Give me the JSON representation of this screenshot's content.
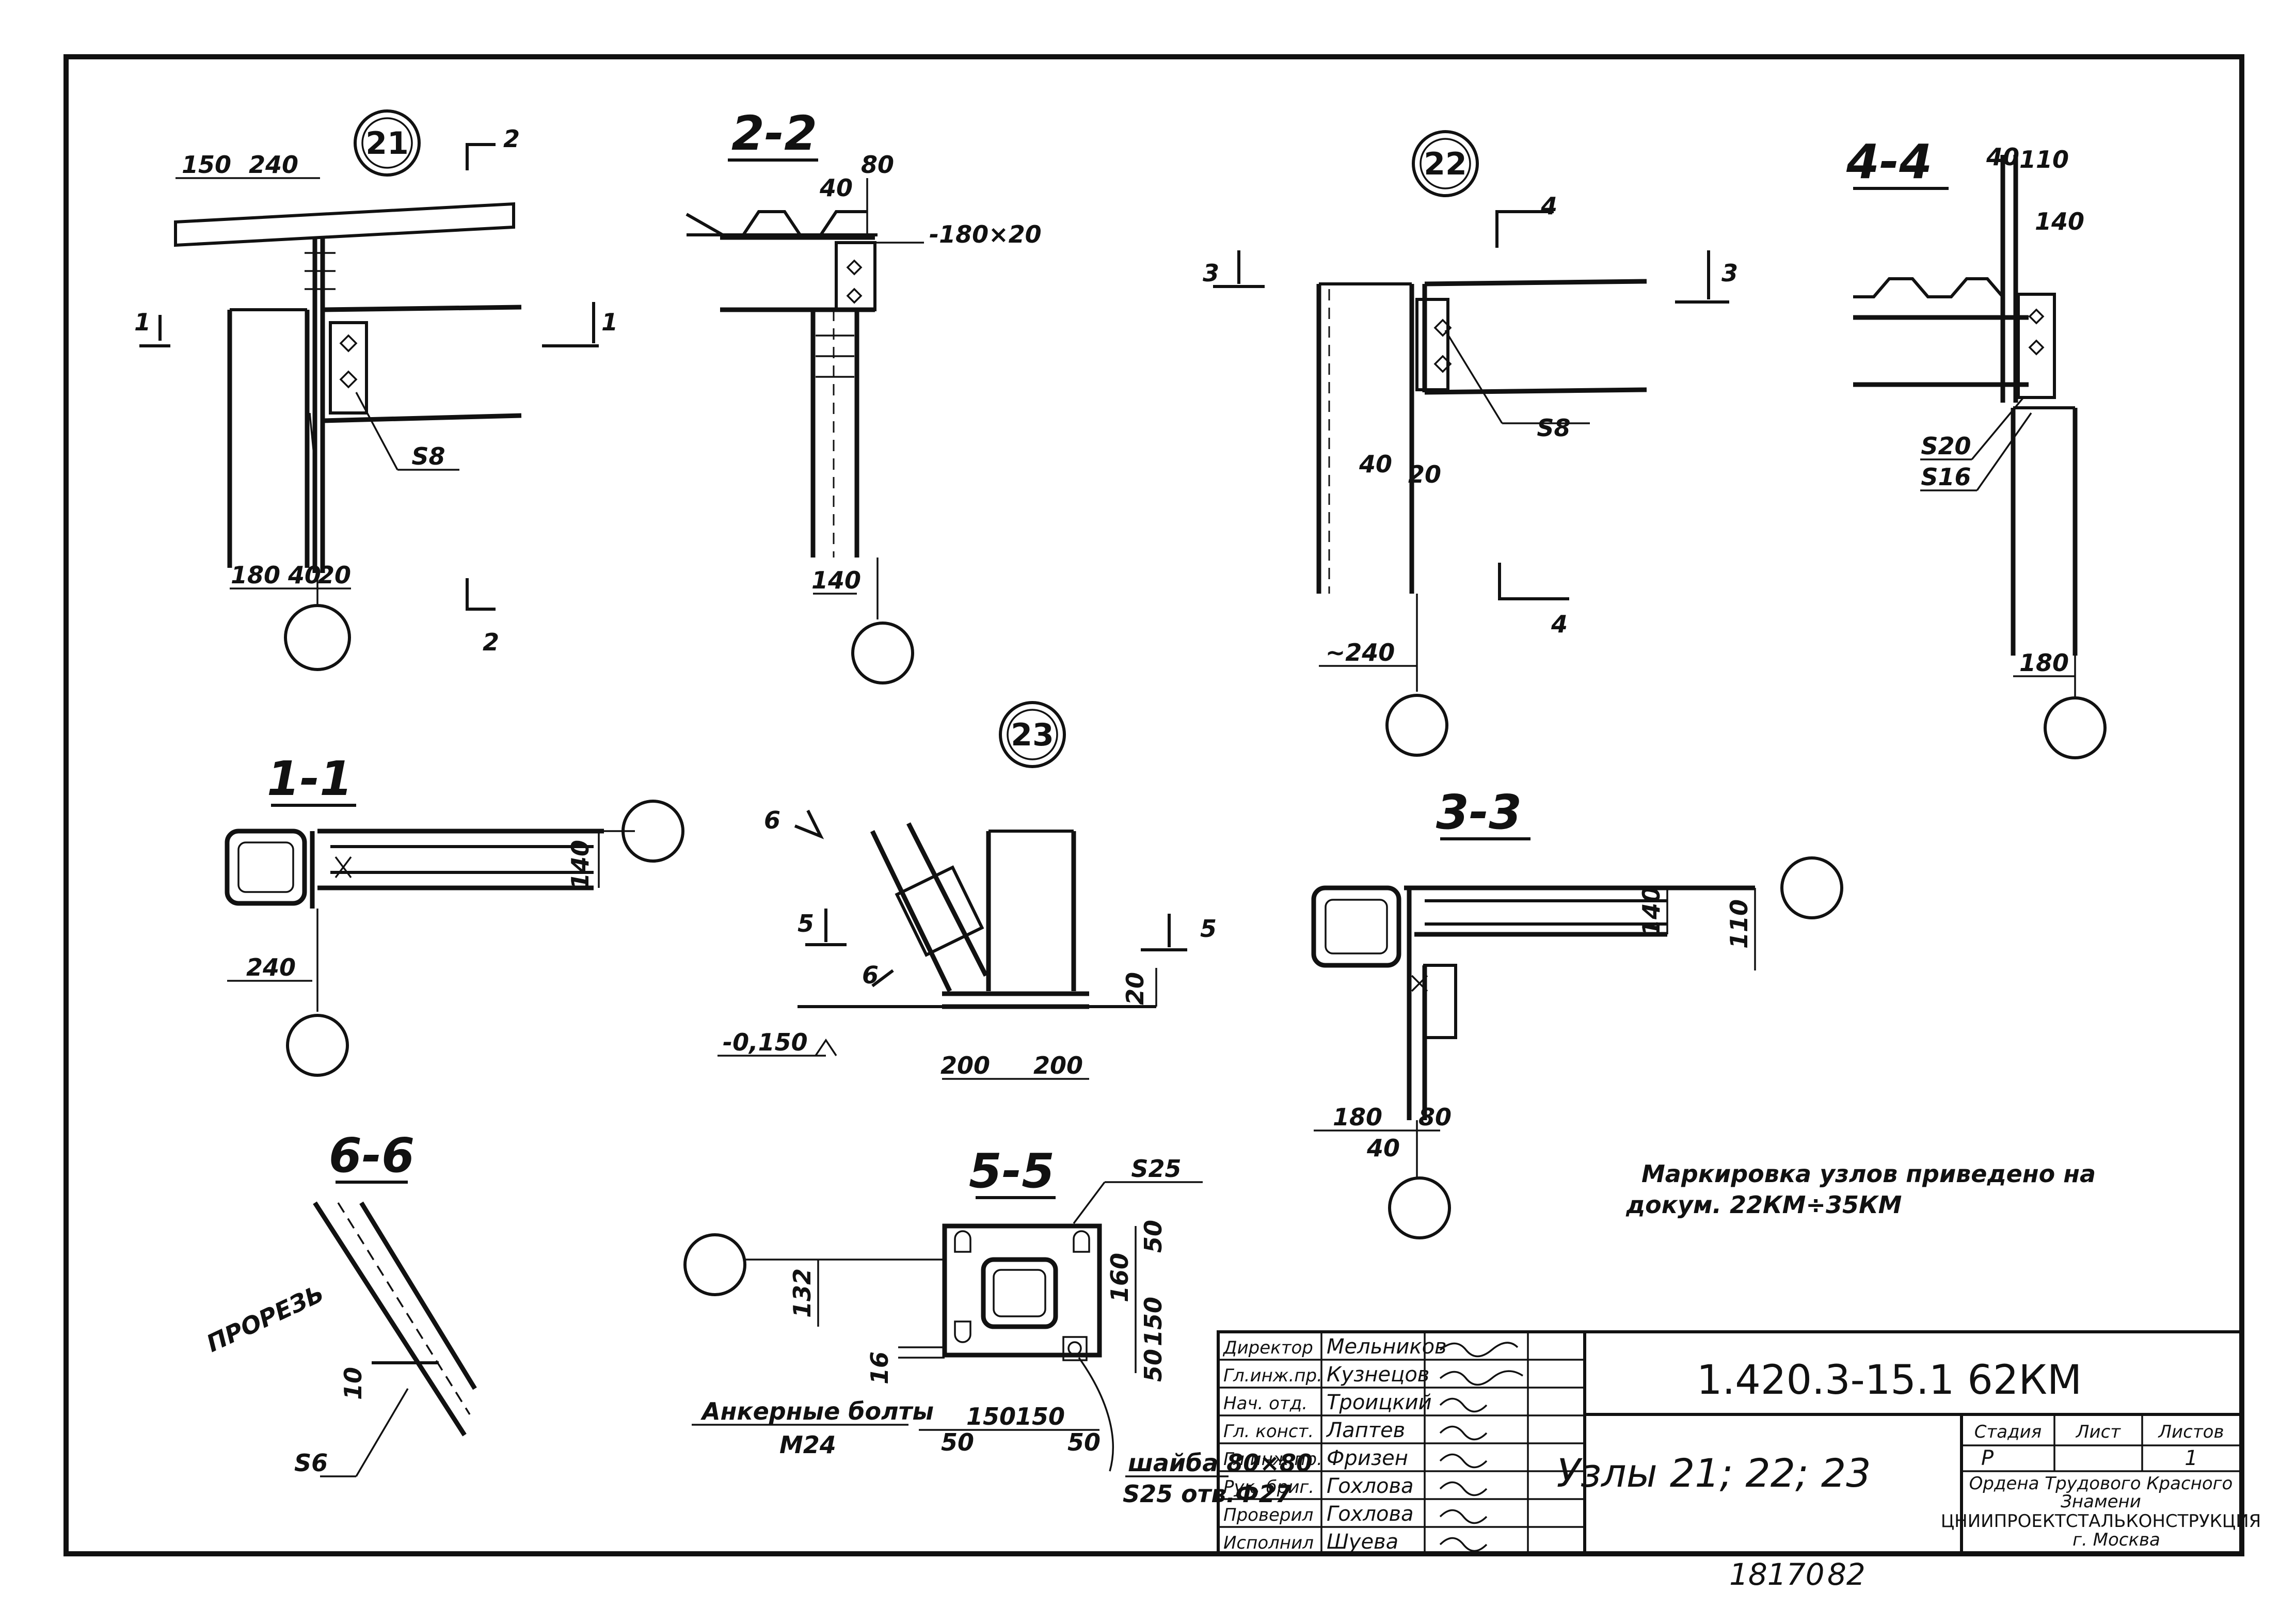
{
  "sections": {
    "s2": "2-2",
    "s4": "4-4",
    "s1": "1-1",
    "s3": "3-3",
    "s6": "6-6",
    "s5": "5-5"
  },
  "nodes": {
    "n21": "21",
    "n22": "22",
    "n23": "23"
  },
  "cut_marks": {
    "c1": "1",
    "c2": "2",
    "c3": "3",
    "c4": "4",
    "c5": "5",
    "c6": "6"
  },
  "dimensions": {
    "d150": "150",
    "d240": "240",
    "d180": "180",
    "d40": "40",
    "d20": "20",
    "d80": "80",
    "d140": "140",
    "d200": "200",
    "d110": "110",
    "d132": "132",
    "d160": "160",
    "d50": "50",
    "d16": "16",
    "d10": "10",
    "dm240": "~240",
    "elev": "-0,150"
  },
  "annotations": {
    "plate_180x20": "-180×20",
    "s8": "S8",
    "s20": "S20",
    "s16": "S16",
    "s25": "S25",
    "s6": "S6",
    "cut_slot": "ПРОРЕЗЬ",
    "anchor_bolts": "Анкерные болты",
    "m24": "M24",
    "washer": "шайба 80×80",
    "washer_hole": "S25 отв.Ф27",
    "marking_note_1": "Маркировка узлов приведено на",
    "marking_note_2": "докум. 22КМ÷35КМ"
  },
  "title_block": {
    "roles": [
      "Директор",
      "Гл.инж.пр.",
      "Нач. отд.",
      "Гл. конст.",
      "Гл.инж.пр.",
      "Рук. бриг.",
      "Проверил",
      "Исполнил"
    ],
    "names": [
      "Мельников",
      "Кузнецов",
      "Троицкий",
      "Лаптев",
      "Фризен",
      "Гохлова",
      "Гохлова",
      "Шуева"
    ],
    "doc_code": "1.420.3-15.1 62КМ",
    "sheet_title": "Узлы 21; 22; 23",
    "stage_header": "Стадия",
    "sheet_header": "Лист",
    "sheets_header": "Листов",
    "stage_value": "Р",
    "sheets_value": "1",
    "org_line1": "Ордена Трудового Красного",
    "org_line2": "Знамени",
    "org_line3": "ЦНИИПРОЕКТСТАЛЬКОНСТРУКЦИЯ",
    "org_line4": "г. Москва"
  },
  "archive_number": "18170",
  "archive_suffix": "82"
}
